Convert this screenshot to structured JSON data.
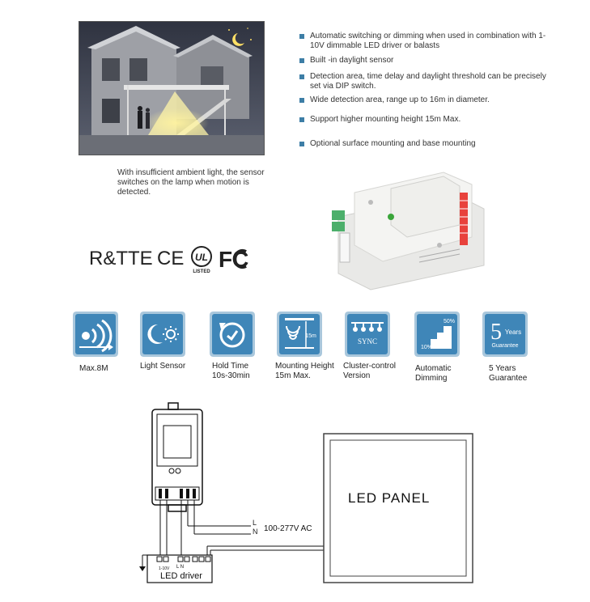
{
  "features": [
    "Automatic switching or dimming when used in combination with 1-10V dimmable LED driver or balasts",
    "Built -in daylight sensor",
    "Detection area, time delay and daylight threshold can be precisely set via DIP switch.",
    "Wide detection area, range up to 16m in diameter.",
    "Support higher mounting height 15m Max.",
    "Optional surface mounting and base mounting"
  ],
  "photo_caption": "With insufficient ambient light, the sensor switches on the lamp when motion is detected.",
  "certifications": {
    "rtte": "R&TTE",
    "ce": "CE",
    "ul_text": "UL",
    "ul_sub": "LISTED",
    "fcc": "FC"
  },
  "feature_icons": [
    {
      "label": "Max.8M",
      "icon": "detection-range-icon"
    },
    {
      "label": "Light Sensor",
      "icon": "moon-sun-icon"
    },
    {
      "label": "Hold Time 10s-30min",
      "icon": "clock-refresh-icon"
    },
    {
      "label": "Mounting Height 15m Max.",
      "icon": "mounting-height-icon",
      "inner": "15m"
    },
    {
      "label": "Cluster-control Version",
      "icon": "cluster-sync-icon",
      "inner": "SYNC"
    },
    {
      "label": "Automatic Dimming",
      "icon": "stair-dimming-icon",
      "inner_top": "50%",
      "inner_bottom": "10%"
    },
    {
      "label": "5 Years Guarantee",
      "icon": "guarantee-icon",
      "inner_num": "5",
      "inner_top": "Years",
      "inner_bottom": "Guarantee"
    }
  ],
  "labels": [
    "Max.8M",
    "Light Sensor",
    "Hold Time",
    "10s-30min",
    "Mounting Height",
    "15m Max.",
    "Cluster-control",
    "Version",
    "Automatic",
    "Dimming",
    "5 Years",
    "Guarantee"
  ],
  "diagram": {
    "led_panel": "LED  PANEL",
    "ac": "100-277V AC",
    "l": "L",
    "n": "N",
    "driver": "LED driver",
    "driver_terminals": "1-10V",
    "driver_ln": "L N"
  },
  "colors": {
    "bullet": "#3d7ea6",
    "icon_bg": "#3f86b8",
    "icon_border": "#a9c7dc"
  }
}
